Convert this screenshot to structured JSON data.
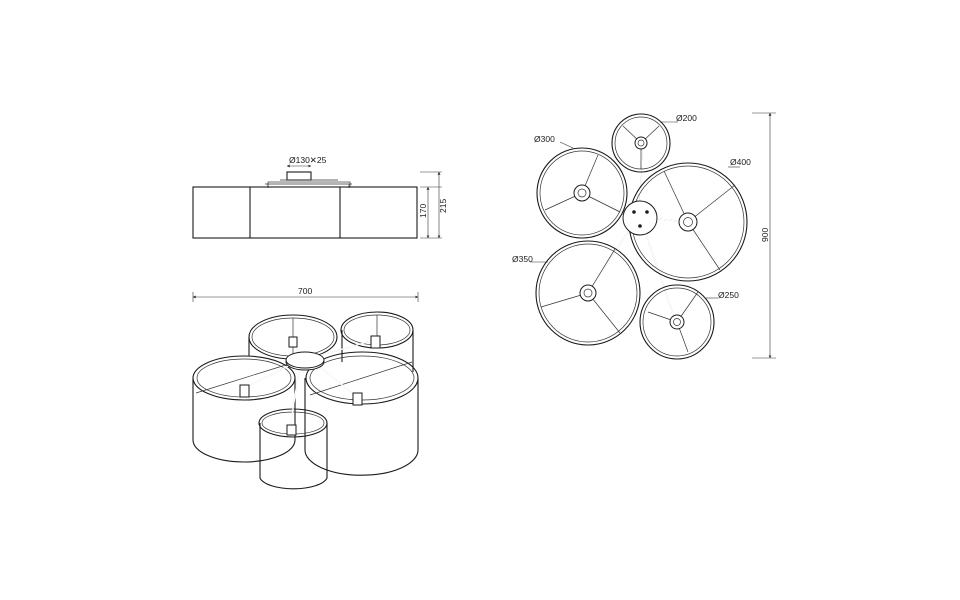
{
  "drawing": {
    "side_view": {
      "canopy_label": "Ø130✕25",
      "height_shade_label": "170",
      "height_total_label": "215"
    },
    "perspective_view": {
      "width_label": "700"
    },
    "top_view": {
      "height_label": "900",
      "shades": [
        {
          "label": "Ø200"
        },
        {
          "label": "Ø300"
        },
        {
          "label": "Ø400"
        },
        {
          "label": "Ø350"
        },
        {
          "label": "Ø250"
        }
      ]
    },
    "colors": {
      "line": "#1a1a1a",
      "background": "#ffffff"
    }
  }
}
